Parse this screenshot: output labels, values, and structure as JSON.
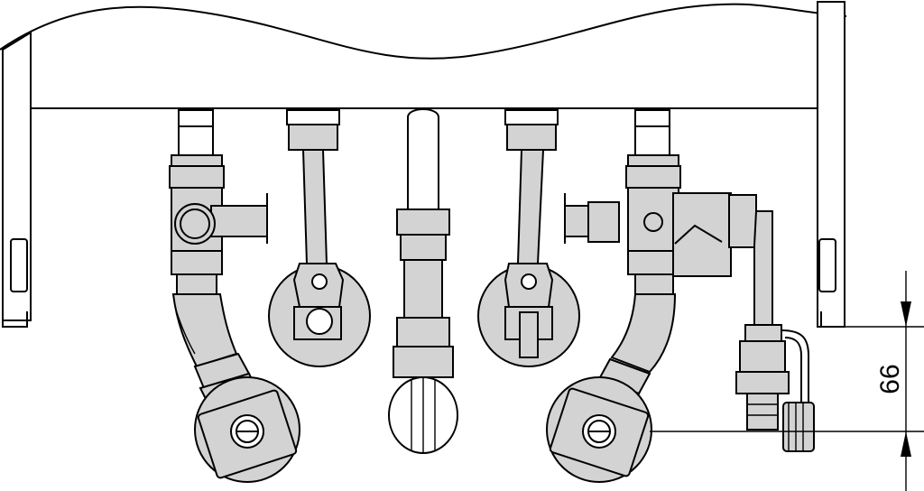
{
  "dimension": {
    "label": "66",
    "unit": "",
    "description_visible": false
  },
  "colors": {
    "stroke": "#000000",
    "part_fill": "#d3d3d3",
    "background": "#ffffff"
  },
  "components": {
    "boiler_body": "boiler-casing",
    "connections": [
      "left-angle-valve",
      "left-pipe",
      "center-sensor",
      "right-pipe",
      "right-angle-valve"
    ],
    "extras": [
      "safety-valve",
      "drain-cock"
    ]
  }
}
